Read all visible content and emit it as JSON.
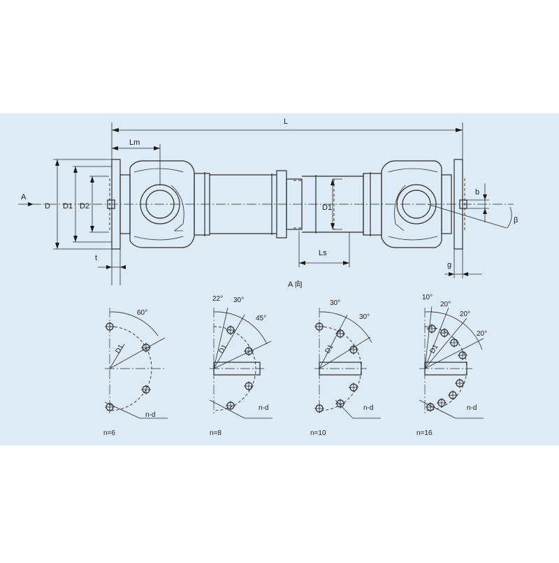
{
  "colors": {
    "panel": "#dcebf6",
    "ink": "#2a2a2a"
  },
  "dimensions": {
    "L": "L",
    "Lm": "Lm",
    "D": "D",
    "D1": "D1",
    "D2": "D2",
    "Ls": "Ls",
    "t": "t",
    "b": "b",
    "g": "g",
    "beta": "β",
    "A": "A",
    "A_view": "A 向"
  },
  "flange_patterns": [
    {
      "label": "n=6",
      "angles": [
        "60°"
      ],
      "d1": "D1",
      "nd": "n-d"
    },
    {
      "label": "n=8",
      "angles": [
        "22°",
        "30°",
        "45°"
      ],
      "d1": "D1",
      "nd": "n-d"
    },
    {
      "label": "n=10",
      "angles": [
        "30°",
        "30°"
      ],
      "d1": "D1",
      "nd": "n-d"
    },
    {
      "label": "n=16",
      "angles": [
        "10°",
        "20°",
        "20°",
        "20°"
      ],
      "d1": "D1",
      "nd": "n-d"
    }
  ]
}
